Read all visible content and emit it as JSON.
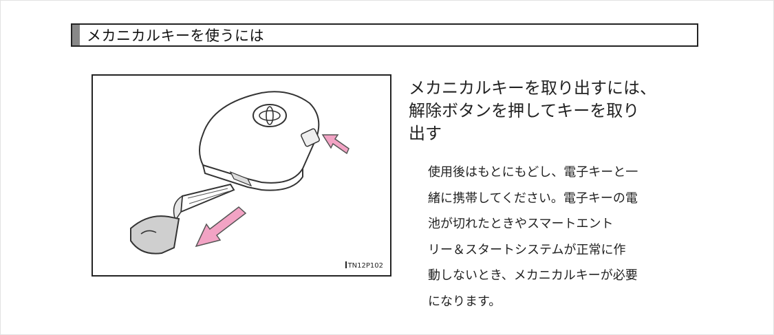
{
  "section": {
    "title": "メカニカルキーを使うには"
  },
  "figure": {
    "code": "TN12P102"
  },
  "instruction": {
    "lines": [
      "メカニカルキーを取り出すには、",
      "解除ボタンを押してキーを取り",
      "出す"
    ]
  },
  "note": {
    "lines": [
      "使用後はもとにもどし、電子キーと一",
      "緒に携帯してください。電子キーの電",
      "池が切れたときやスマートエント",
      "リー＆スタートシステムが正常に作",
      "動しないとき、メカニカルキーが必要",
      "になります。"
    ]
  },
  "colors": {
    "arrow": "#f2a3c4",
    "arrow_outline": "#555555",
    "header_bar": "#888888"
  }
}
